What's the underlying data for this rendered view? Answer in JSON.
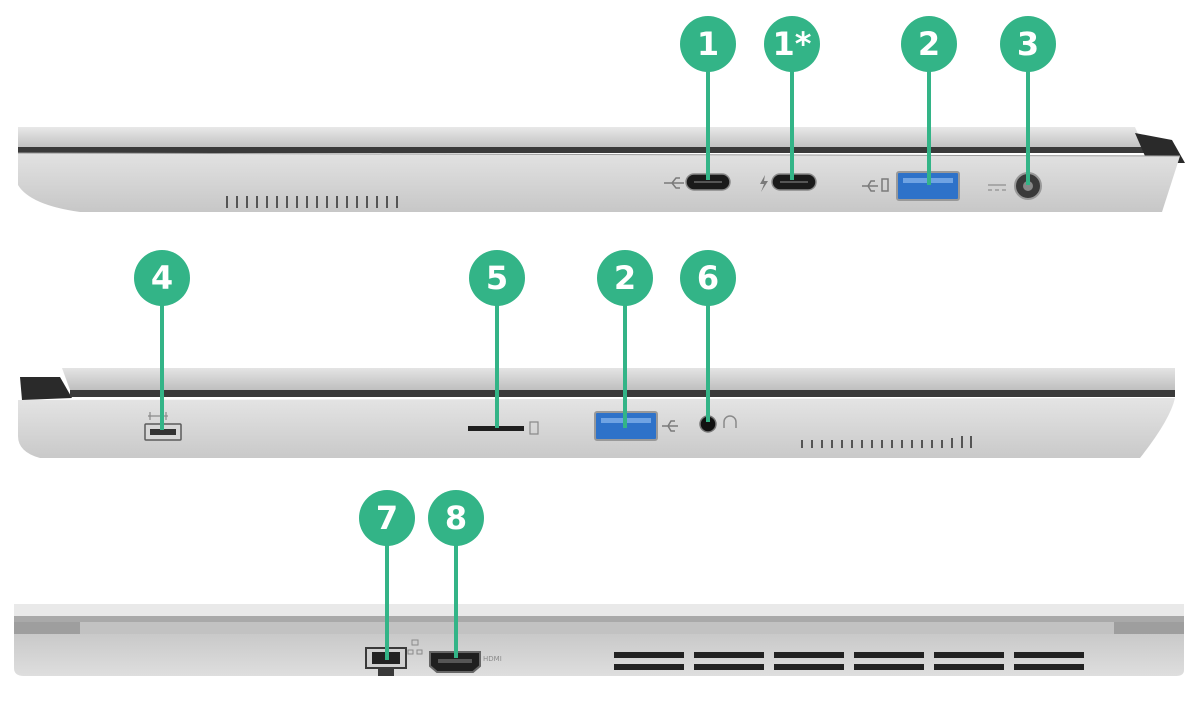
{
  "callouts": [
    {
      "id": "c1",
      "label": "1"
    },
    {
      "id": "c1s",
      "label": "1*"
    },
    {
      "id": "c2a",
      "label": "2"
    },
    {
      "id": "c3",
      "label": "3"
    },
    {
      "id": "c4",
      "label": "4"
    },
    {
      "id": "c5",
      "label": "5"
    },
    {
      "id": "c2b",
      "label": "2"
    },
    {
      "id": "c6",
      "label": "6"
    },
    {
      "id": "c7",
      "label": "7"
    },
    {
      "id": "c8",
      "label": "8"
    }
  ],
  "port_labels": {
    "hdmi": "HDMI"
  },
  "colors": {
    "accent": "#33b487",
    "chassis": "#d6d6d6",
    "usb_blue": "#2e72c9"
  },
  "icons": [
    "usb-icon",
    "thunderbolt-icon",
    "usb-power-icon",
    "dc-in-icon",
    "kensington-lock-icon",
    "sd-card-icon",
    "headset-icon",
    "ethernet-icon"
  ]
}
